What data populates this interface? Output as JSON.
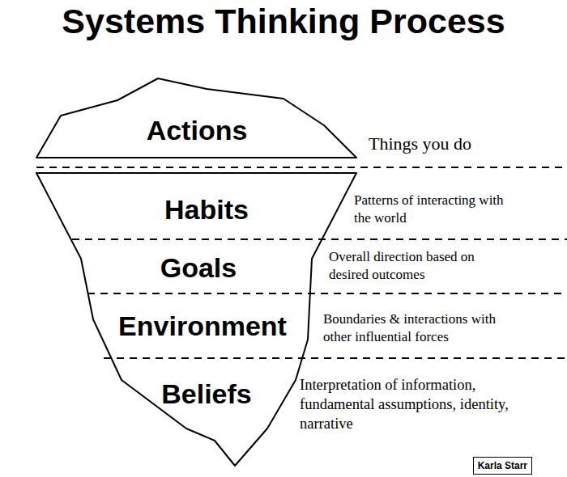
{
  "diagram": {
    "title": "Systems Thinking Process",
    "nodes": [
      {
        "text": [
          "Actions"
        ]
      },
      {
        "text": [
          "Habits"
        ]
      },
      {
        "text": [
          "Goals"
        ]
      },
      {
        "text": [
          "Environment"
        ]
      },
      {
        "text": [
          "Beliefs"
        ]
      },
      {
        "text": [
          "Karla Starr"
        ]
      }
    ],
    "labels": [
      "Things you do",
      "Patterns of interacting with the world",
      "Overall direction based on desired outcomes",
      "Boundaries & interactions with other influential forces",
      "Interpretation of information, fundamental assumptions, identity, narrative"
    ]
  }
}
